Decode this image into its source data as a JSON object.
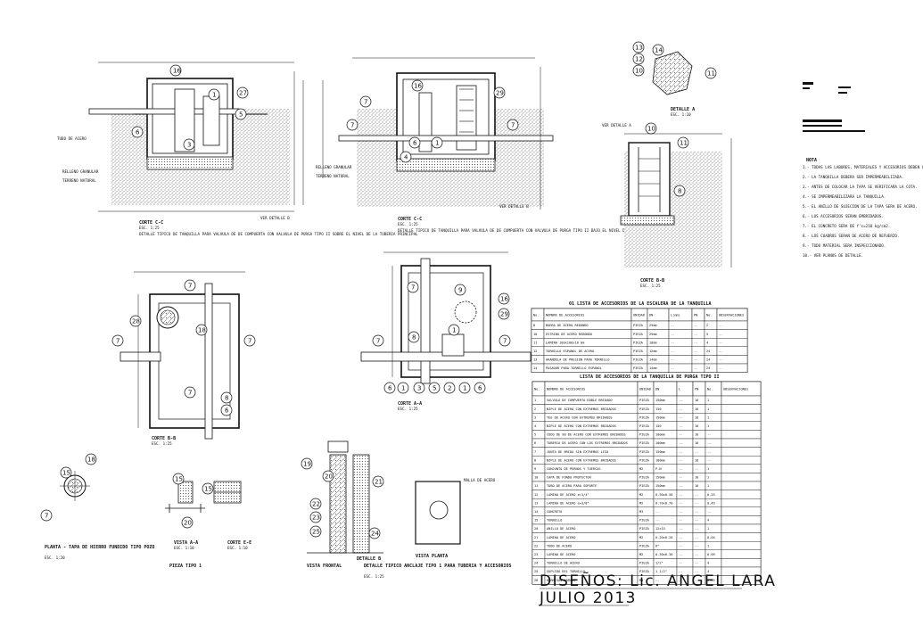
{
  "views": {
    "section_cc": {
      "title": "CORTE C-C",
      "scale": "ESC. 1:25",
      "note": "DETALLE TIPICO DE TANQUILLA PARA VALVULA DE DE COMPUERTA CON VALVULA DE PURGA TIPO II SOBRE EL NIVEL DE LA TUBERIA PRINCIPAL"
    },
    "section_cc2": {
      "title": "CORTE C-C",
      "scale": "ESC. 1:25",
      "note": "DETALLE TIPICO DE TANQUILLA PARA VALVULA DE DE COMPUERTA CON VALVULA DE PURGA TIPO II BAJO EL NIVEL DE LA TUBERIA PRINCIPAL"
    },
    "section_bb": {
      "title": "CORTE B-B",
      "scale": "ESC. 1:25"
    },
    "section_aa": {
      "title": "CORTE A-A",
      "scale": "ESC. 1:25"
    },
    "detail_a": {
      "title": "DETALLE A",
      "scale": "ESC. 1:10"
    },
    "plan_lid": {
      "title": "PLANTA - TAPA DE HIERRO FUNDIDO TIPO POZO",
      "scale": "ESC. 1:20"
    },
    "view_aa": {
      "title": "VISTA A-A",
      "scale": "ESC. 1:10"
    },
    "section_ee": {
      "title": "CORTE E-E",
      "scale": "ESC. 1:10"
    },
    "piece": {
      "title": "PIEZA TIPO 1"
    },
    "front_view": {
      "title": "VISTA FRONTAL"
    },
    "anchor_detail": {
      "title": "DETALLE TIPICO ANCLAJE TIPO 1 PARA TUBERIA Y ACCESORIOS",
      "scale": "ESC. 1:25"
    },
    "detail_b": {
      "title": "DETALLE B"
    },
    "plan_view": {
      "title": "VISTA PLANTA"
    }
  },
  "annotations": {
    "nota": "NOTA",
    "notes": [
      "1.- TODAS LAS LABORES, MATERIALES Y ACCESORIOS DEBEN CUMPLIR LAS NORMAS.",
      "2.- LA TANQUILLA DEBERA SER IMPERMEABILIZADA.",
      "3.- ANTES DE COLOCAR LA TAPA SE VERIFICARA LA COTA.",
      "4.- SE IMPERMEABILIZARA LA TANQUILLA.",
      "5.- EL ANILLO DE SUJECION DE LA TAPA SERA DE ACERO.",
      "6.- LOS ACCESORIOS SERAN EMBRIDADOS.",
      "7.- EL CONCRETO SERA DE f'c=210 kg/cm2.",
      "8.- LOS CUADROS SERAN DE ACERO DE REFUERZO.",
      "9.- TODO MATERIAL SERA INSPECCIONADO.",
      "10.- VER PLANOS DE DETALLE."
    ],
    "ver_detalle_a": "VER DETALLE A",
    "ver_detalle_b": "VER DETALLE B",
    "relleno_granular": "RELLENO GRANULAR",
    "terreno_natural": "TERRENO NATURAL",
    "tubo_acero": "TUBO DE ACERO",
    "malla": "MALLA DE ACERO"
  },
  "table1": {
    "title": "01 LISTA DE ACCESORIOS DE LA ESCALERA DE LA TANQUILLA",
    "headers": [
      "No.",
      "NOMBRE DE ACCESORIOS",
      "UNIDAD",
      "DN",
      "L(mm)",
      "PN",
      "No.",
      "OBSERVACIONES"
    ],
    "rows": [
      [
        "8",
        "BARRA DE ACERO REDONDO",
        "PIEZA",
        "25mm",
        "--",
        "--",
        "2",
        "--"
      ],
      [
        "10",
        "ESTRIBO DE ACERO REDONDO",
        "PIEZA",
        "25mm",
        "--",
        "--",
        "5",
        "--"
      ],
      [
        "11",
        "LAMINA 100x100x10 mm",
        "PIEZA",
        "10mm",
        "--",
        "--",
        "4",
        "--"
      ],
      [
        "12",
        "TORNILLO ESPANOL DE ACERO",
        "PIEZA",
        "12mm",
        "--",
        "--",
        "24",
        "--"
      ],
      [
        "13",
        "ARANDELA DE PRESION PARA TORNILLO",
        "PIEZA",
        "14mm",
        "--",
        "--",
        "24",
        "--"
      ],
      [
        "14",
        "PASADOR PARA TORNILLO ESPANOL",
        "PIEZA",
        "14mm",
        "--",
        "--",
        "24",
        "--"
      ]
    ]
  },
  "table2": {
    "title": "LISTA DE ACCESORIOS DE LA TANQUILLA DE PURGA TIPO II",
    "headers": [
      "No.",
      "NOMBRE DE ACCESORIOS",
      "UNIDAD",
      "DN",
      "L",
      "PN",
      "No.",
      "OBSERVACIONES"
    ],
    "rows": [
      [
        "1",
        "VALVULA DE COMPUERTA DOBLE BRIDADO",
        "PIEZA",
        "150mm",
        "--",
        "16",
        "1",
        ""
      ],
      [
        "2",
        "NIPLE DE ACERO CON EXTREMOS BRIDADOS",
        "PIEZA",
        "150",
        "--",
        "16",
        "1",
        ""
      ],
      [
        "3",
        "TEE DE ACERO CON EXTREMOS BRIDADOS",
        "PIEZA",
        "150mm",
        "--",
        "16",
        "1",
        ""
      ],
      [
        "4",
        "NIPLE DE ACERO CON EXTREMOS BRIDADOS",
        "PIEZA",
        "150",
        "--",
        "16",
        "1",
        ""
      ],
      [
        "5",
        "CODO DE 90 DE ACERO CON EXTREMOS BRIDADOS",
        "PIEZA",
        "100mm",
        "--",
        "16",
        "--",
        ""
      ],
      [
        "6",
        "TUBERIA DE ACERO CON LOS EXTREMOS BRIDADOS",
        "PIEZA",
        "100mm",
        "--",
        "16",
        "--",
        ""
      ],
      [
        "7",
        "JUNTA DE BRIDA SIN EXTREMOS LISO",
        "PIEZA",
        "150mm",
        "--",
        "--",
        "--",
        ""
      ],
      [
        "8",
        "NIPLE DE ACERO CON EXTREMOS BRIDADOS",
        "PIEZA",
        "100mm",
        "--",
        "16",
        "--",
        ""
      ],
      [
        "9",
        "CONJUNTO DE PERNOS Y TUERCAS",
        "M2",
        "P.N",
        "--",
        "--",
        "1",
        ""
      ],
      [
        "10",
        "CAPA DE FONDO PROTECTOR",
        "PIEZA",
        "150mm",
        "--",
        "16",
        "1",
        ""
      ],
      [
        "11",
        "TUBO DE ACERO PARA SOPORTE",
        "PIEZA",
        "150mm",
        "--",
        "16",
        "1",
        ""
      ],
      [
        "12",
        "LAMINA DE ACERO e=1/4\"",
        "M2",
        "0.50x0.50",
        "--",
        "--",
        "0.25",
        ""
      ],
      [
        "13",
        "LAMINA DE ACERO e=3/8\"",
        "M2",
        "0.70x0.70",
        "--",
        "--",
        "0.49",
        ""
      ],
      [
        "14",
        "CONCRETO",
        "M3",
        "--",
        "--",
        "--",
        "--",
        ""
      ],
      [
        "15",
        "TORNILLO",
        "PIEZA",
        "--",
        "--",
        "--",
        "4",
        ""
      ],
      [
        "20",
        "ANILLO DE ACERO",
        "PIEZA",
        "12x15",
        "--",
        "--",
        "1",
        ""
      ],
      [
        "21",
        "LAMINA DE ACERO",
        "M2",
        "0.20x0.20",
        "--",
        "--",
        "0.04",
        ""
      ],
      [
        "22",
        "TUBO DE ACERO",
        "PIEZA",
        "6\"",
        "--",
        "--",
        "1",
        ""
      ],
      [
        "23",
        "LAMINA DE ACERO",
        "M2",
        "0.30x0.30",
        "--",
        "--",
        "0.09",
        ""
      ],
      [
        "24",
        "TORNILLO DE ACERO",
        "PIEZA",
        "1/2\"",
        "--",
        "--",
        "4",
        ""
      ],
      [
        "25",
        "SUPLIDO DEL TORNILLO",
        "PIEZA",
        "1 1/2\"",
        "--",
        "--",
        "4",
        ""
      ],
      [
        "26",
        "HORMIGON ARMADO",
        "M3",
        "--",
        "--",
        "--",
        "0.25",
        ""
      ]
    ]
  },
  "signature": {
    "line1": "DISEÑOS: Lic. ANGEL LARA",
    "line2": "JULIO 2013"
  },
  "colors": {
    "ink": "#111111",
    "hatch": "#333333",
    "paper": "#ffffff"
  }
}
